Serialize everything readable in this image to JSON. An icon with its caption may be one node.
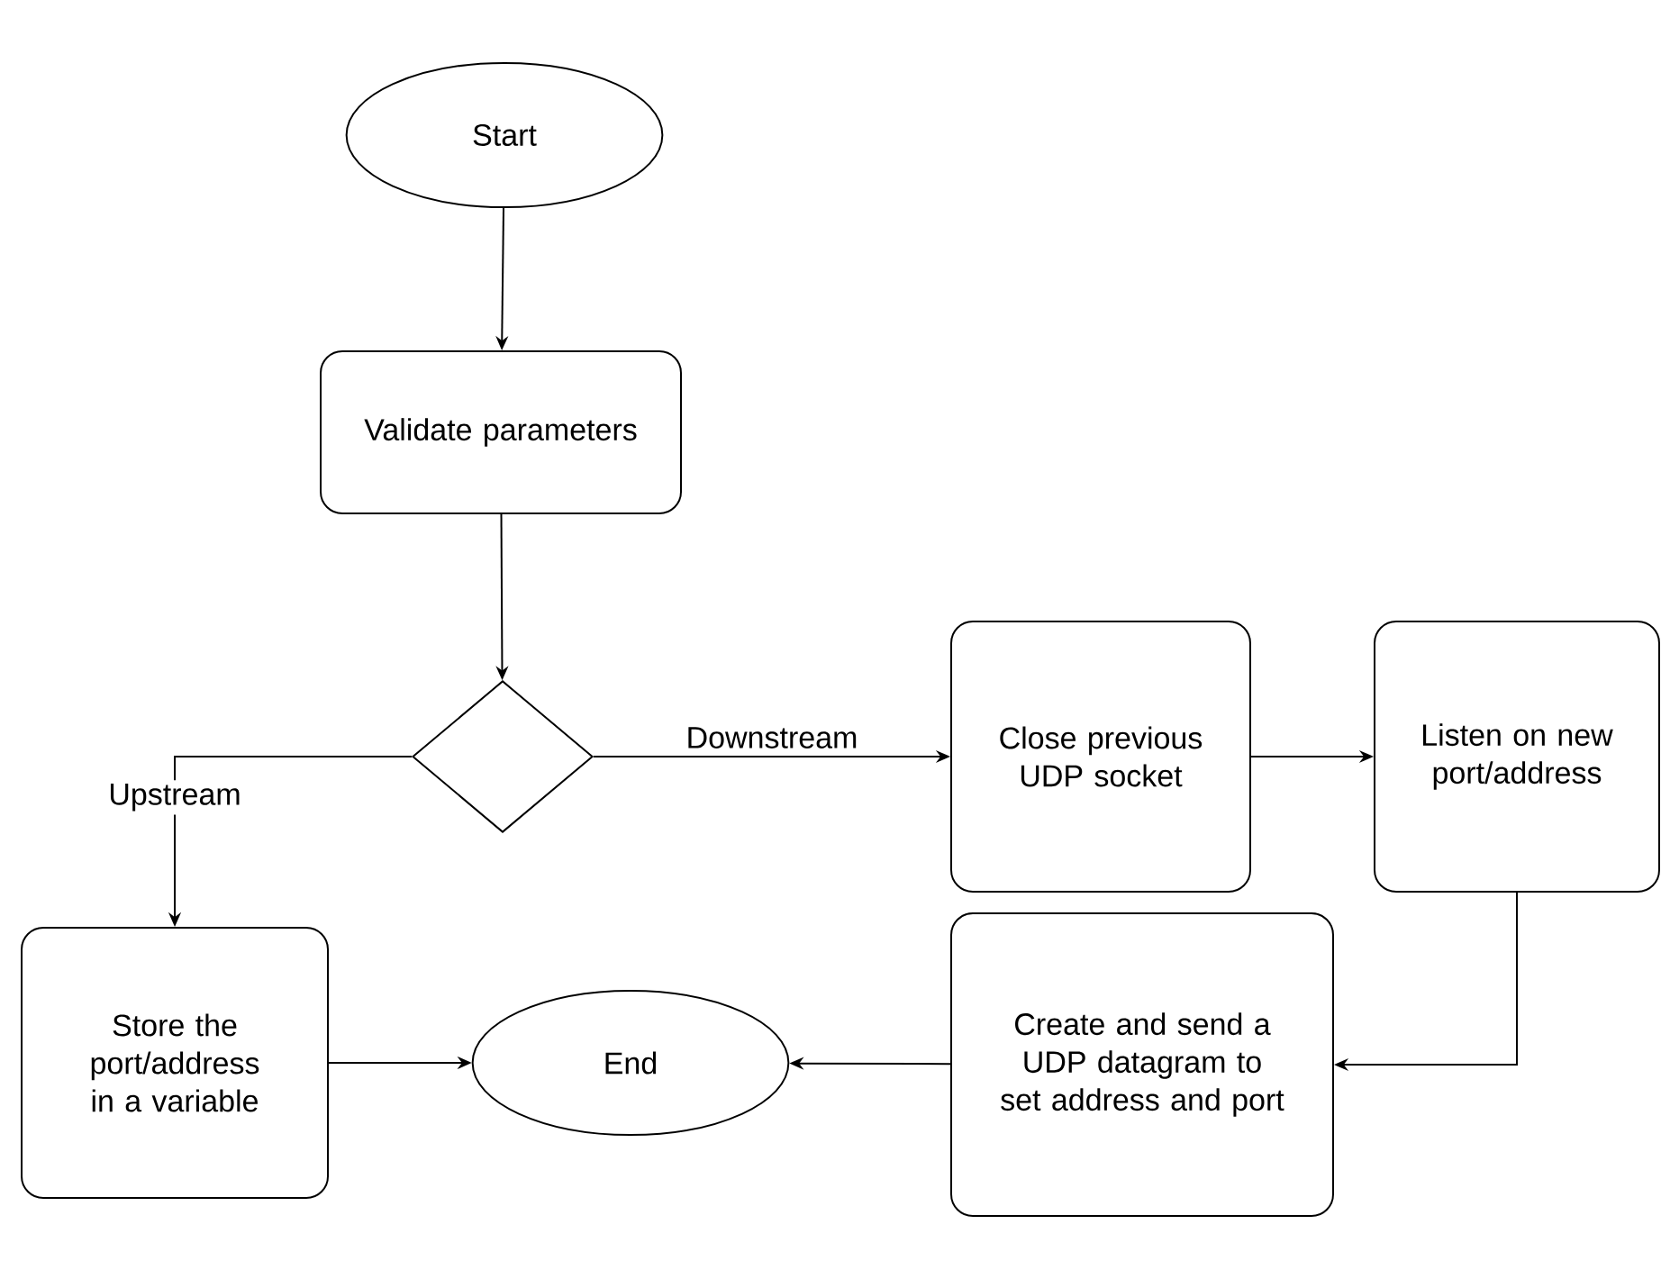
{
  "diagram": {
    "nodes": [
      {
        "text": [
          "Start"
        ]
      },
      {
        "text": [
          "Validate parameters"
        ]
      },
      {
        "text": [],
        "shape": "diamond"
      },
      {
        "text": [
          "Close previous UDP socket"
        ]
      },
      {
        "text": [
          "Listen on new port/address"
        ]
      },
      {
        "text": [
          "Store the port/address in a variable"
        ]
      },
      {
        "text": [
          "End"
        ]
      },
      {
        "text": [
          "Create and send a UDP datagram to set address and port"
        ]
      }
    ],
    "edges": [
      {
        "from": 0,
        "to": 1,
        "arrow": "to"
      },
      {
        "from": 1,
        "to": 2,
        "arrow": "to"
      },
      {
        "from": 2,
        "to": 3,
        "arrow": "to",
        "label": "Downstream"
      },
      {
        "from": 2,
        "to": 5,
        "arrow": "to",
        "label": "Upstream"
      },
      {
        "from": 3,
        "to": 4,
        "arrow": "to"
      },
      {
        "from": 4,
        "to": 7,
        "arrow": "to"
      },
      {
        "from": 5,
        "to": 6,
        "arrow": "to"
      },
      {
        "from": 7,
        "to": 6,
        "arrow": "to"
      }
    ]
  }
}
